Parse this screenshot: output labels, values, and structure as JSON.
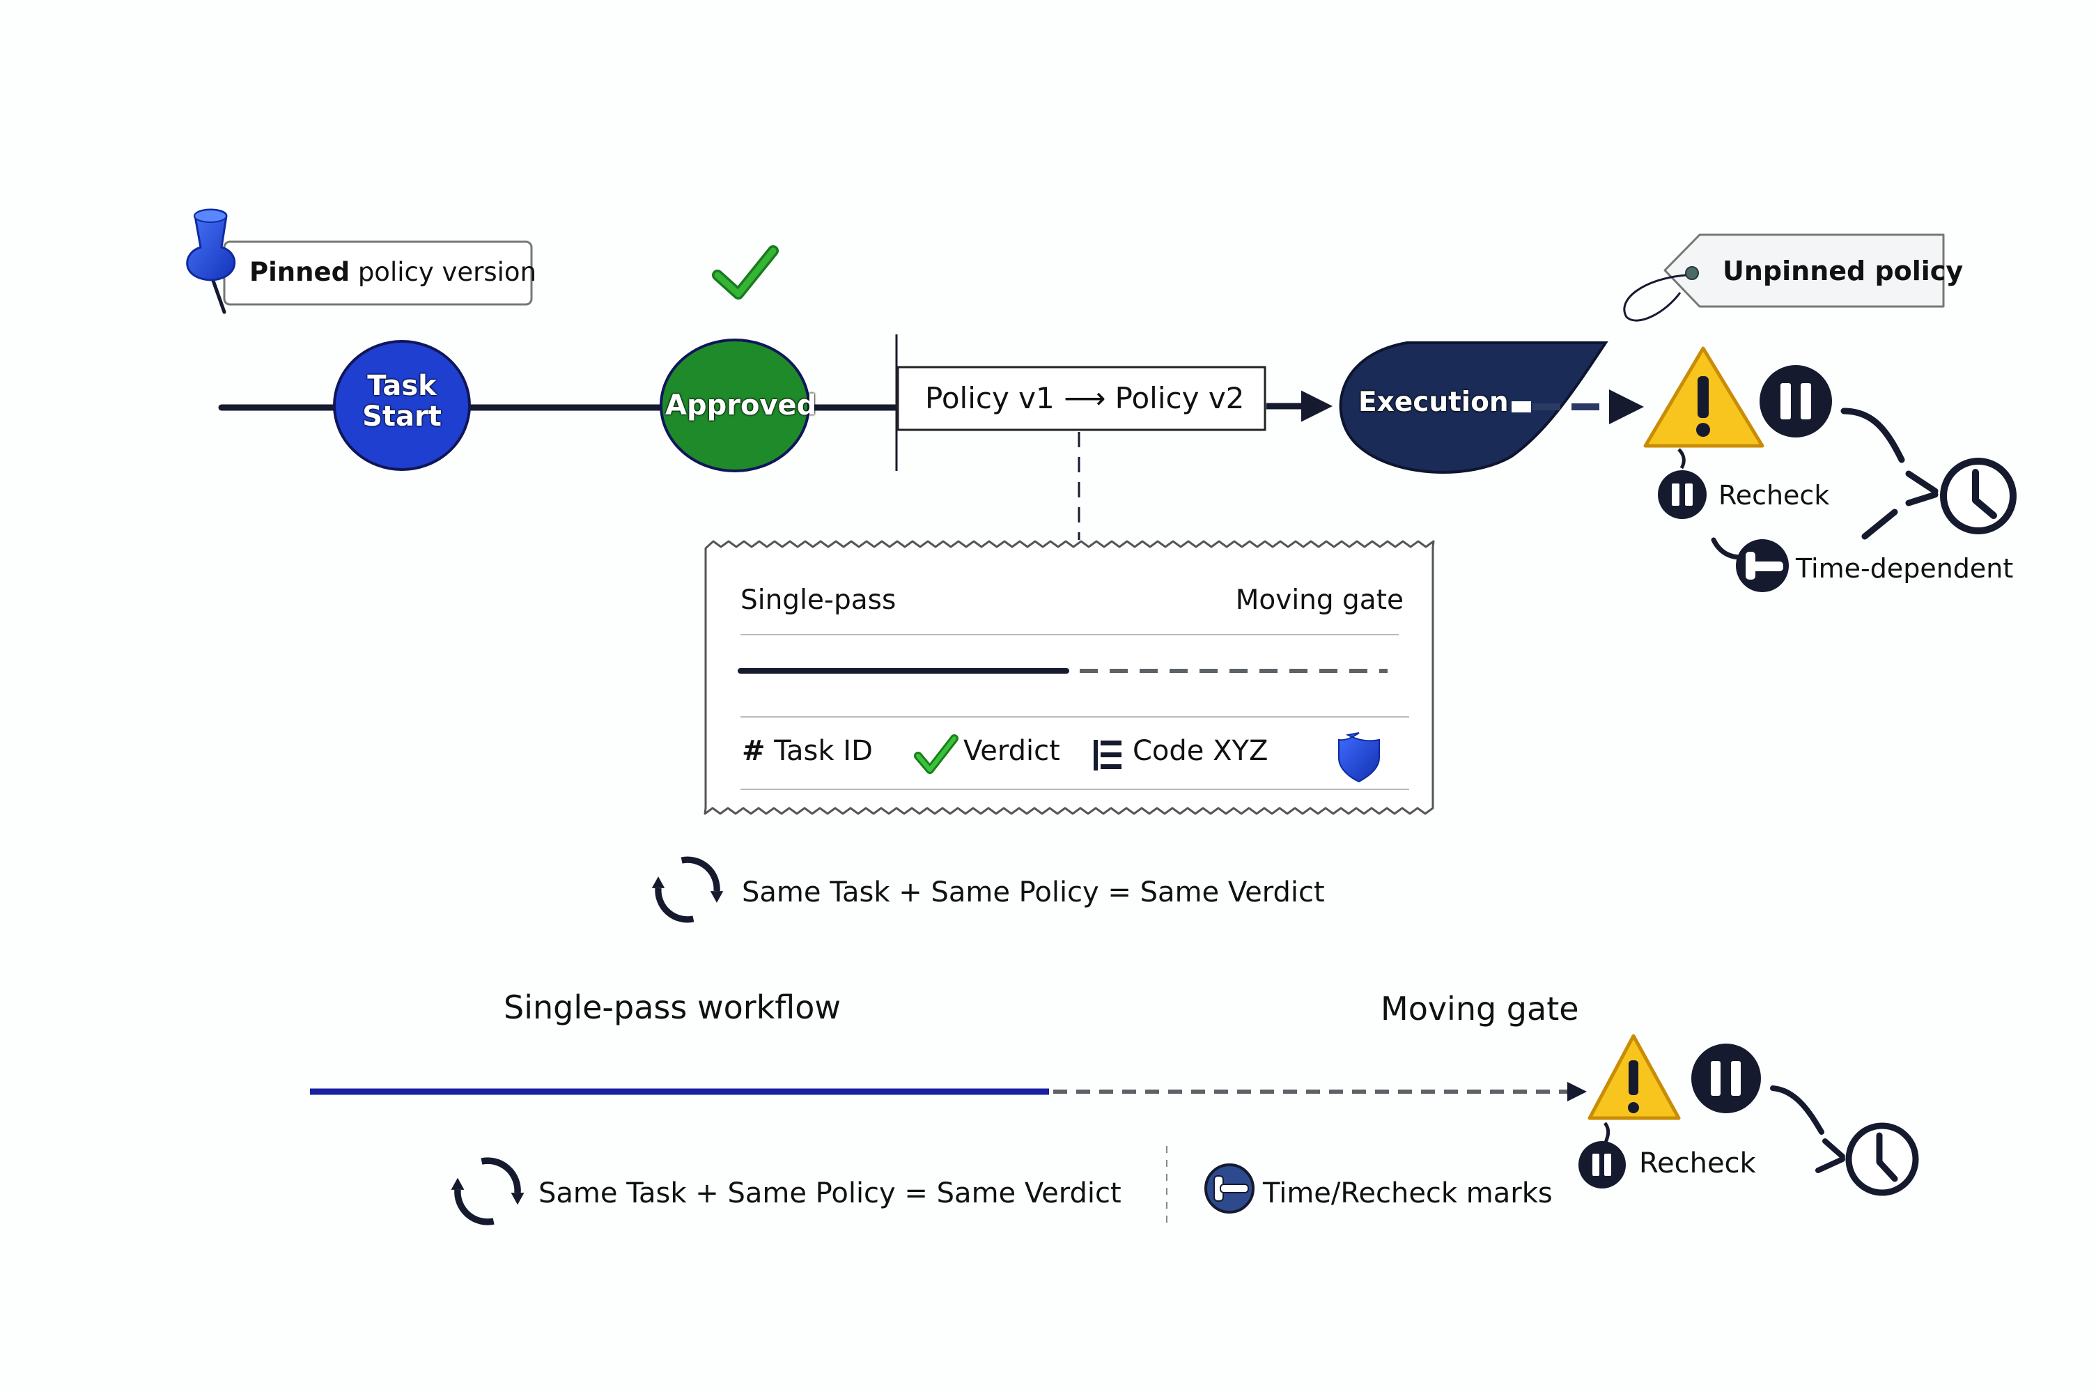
{
  "colors": {
    "task_start": "#1f3fd0",
    "approved": "#1f8a2a",
    "execution": "#1b2b57",
    "warning": "#f7c51e",
    "check": "#2aa329",
    "dark": "#151a2e",
    "single_pass_line": "#1a1fa0",
    "dash": "#5d6266",
    "shield": "#1f45d8"
  },
  "top_flow": {
    "pinned_label": {
      "bold": "Pinned",
      "rest": " policy version"
    },
    "unpinned_label": "Unpinned policy",
    "task_start": {
      "line1": "Task",
      "line2": "Start"
    },
    "approved": "Approved",
    "policy_change": "Policy v1 ⟶ Policy v2",
    "execution": "Execution",
    "recheck": "Recheck",
    "time_dependent": "Time-dependent"
  },
  "card": {
    "left_heading": "Single-pass",
    "right_heading": "Moving gate",
    "fields": [
      {
        "icon": "hash-icon",
        "label": "Task ID"
      },
      {
        "icon": "check-icon",
        "label": "Verdict"
      },
      {
        "icon": "code-icon",
        "label": "Code XYZ"
      },
      {
        "icon": "shield-icon",
        "label": ""
      }
    ]
  },
  "determinism_rule": "Same Task + Same Policy = Same Verdict",
  "bottom": {
    "single_pass_title": "Single-pass workflow",
    "moving_gate_title": "Moving gate",
    "recheck": "Recheck",
    "legend": [
      {
        "icon": "refresh-icon",
        "label": "Same Task + Same Policy = Same Verdict"
      },
      {
        "icon": "time-recheck-icon",
        "label": "Time/Recheck marks"
      }
    ]
  }
}
